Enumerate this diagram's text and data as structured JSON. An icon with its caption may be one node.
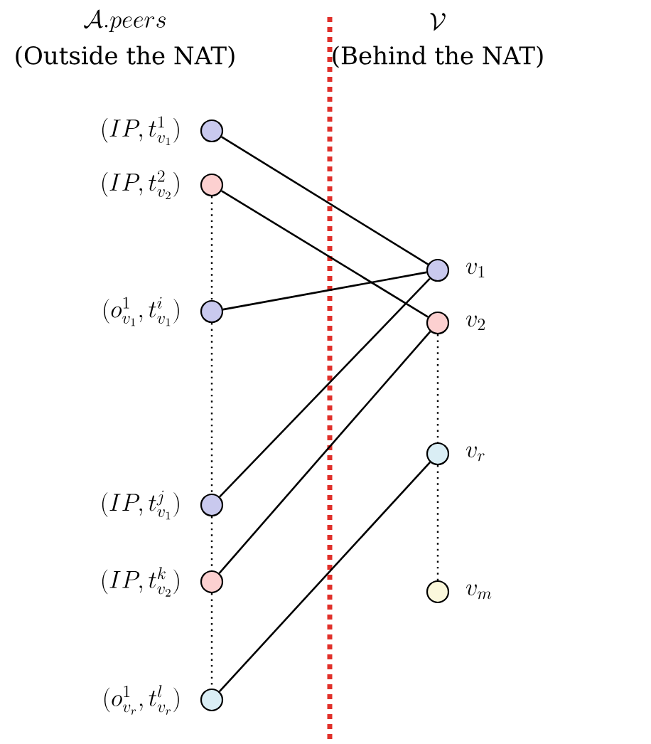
{
  "diagram": {
    "nodes": [
      {
        "text": [],
        "shape": "circle",
        "beside": [
          "(IP, t^{1}_{v_1})"
        ]
      },
      {
        "text": [],
        "shape": "circle",
        "beside": [
          "(IP, t^{2}_{v_2})"
        ]
      },
      {
        "text": [],
        "shape": "circle",
        "beside": [
          "(o^{1}_{v_1}, t^{i}_{v_1})"
        ]
      },
      {
        "text": [],
        "shape": "circle",
        "beside": [
          "(IP, t^{j}_{v_1})"
        ]
      },
      {
        "text": [],
        "shape": "circle",
        "beside": [
          "(IP, t^{k}_{v_2})"
        ]
      },
      {
        "text": [],
        "shape": "circle",
        "beside": [
          "(o^{1}_{v_r}, t^{l}_{v_r})"
        ]
      },
      {
        "text": [],
        "shape": "circle",
        "beside": [
          "v_1"
        ]
      },
      {
        "text": [],
        "shape": "circle",
        "beside": [
          "v_2"
        ]
      },
      {
        "text": [],
        "shape": "circle",
        "beside": [
          "v_r"
        ]
      },
      {
        "text": [],
        "shape": "circle",
        "beside": [
          "v_m"
        ]
      }
    ],
    "edges": [
      {
        "from": 0,
        "to": 6,
        "arrow": "none"
      },
      {
        "from": 1,
        "to": 7,
        "arrow": "none"
      },
      {
        "from": 2,
        "to": 6,
        "arrow": "none"
      },
      {
        "from": 3,
        "to": 6,
        "arrow": "none"
      },
      {
        "from": 4,
        "to": 7,
        "arrow": "none"
      },
      {
        "from": 5,
        "to": 8,
        "arrow": "none"
      },
      {
        "from": 1,
        "to": 2,
        "arrow": "none",
        "style": "dashed"
      },
      {
        "from": 2,
        "to": 3,
        "arrow": "none",
        "style": "dashed"
      },
      {
        "from": 3,
        "to": 4,
        "arrow": "none",
        "style": "dashed"
      },
      {
        "from": 4,
        "to": 5,
        "arrow": "none",
        "style": "dashed"
      },
      {
        "from": 7,
        "to": 8,
        "arrow": "none",
        "style": "dashed"
      },
      {
        "from": 8,
        "to": 9,
        "arrow": "none",
        "style": "dashed"
      }
    ],
    "labels": [
      "\\mathcal{A}.peers",
      "(Outside the NAT)",
      "\\mathcal{V}",
      "(Behind the NAT)"
    ]
  }
}
